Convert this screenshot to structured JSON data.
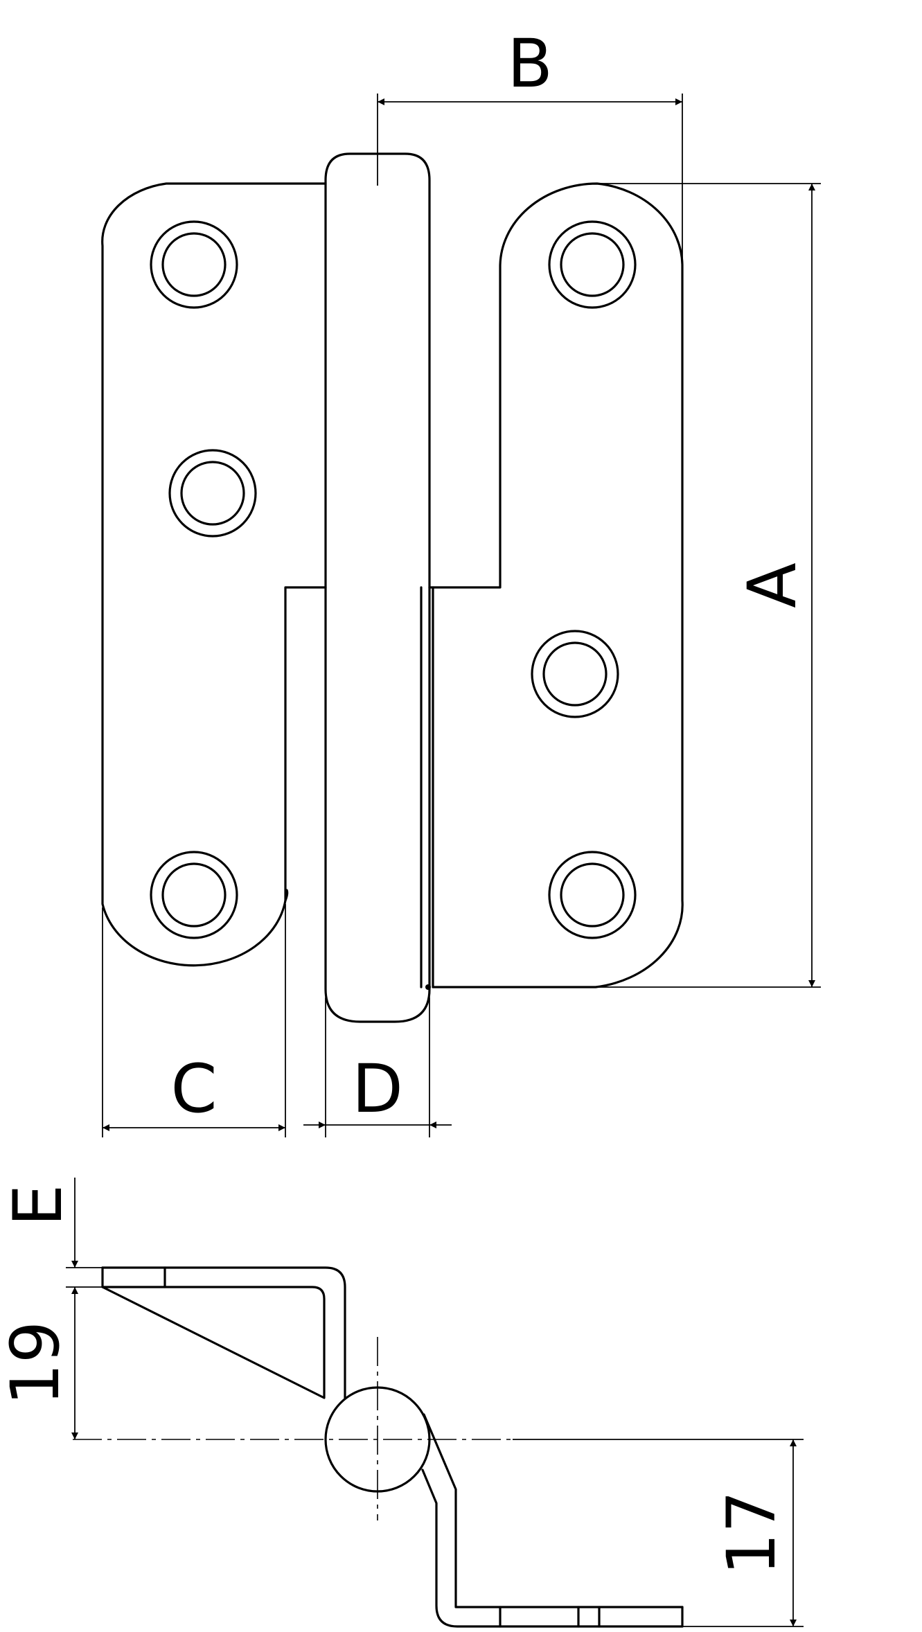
{
  "labels": {
    "a": "A",
    "b": "B",
    "c": "C",
    "d": "D",
    "e": "E",
    "dim19": "19",
    "dim17": "17"
  }
}
